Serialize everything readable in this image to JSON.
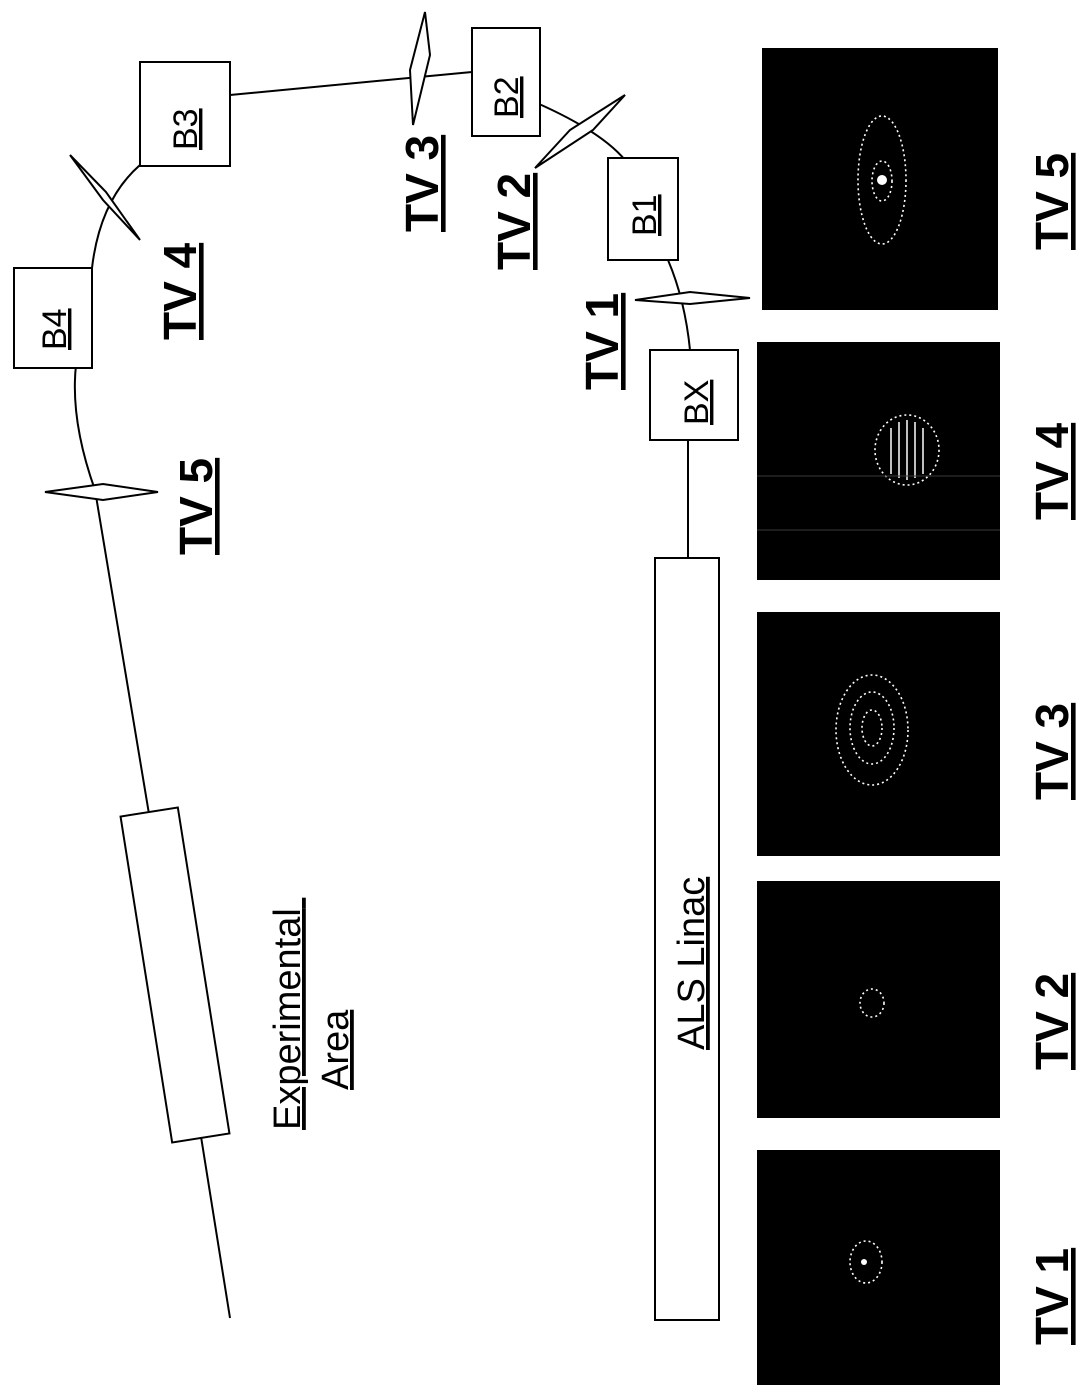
{
  "diagram": {
    "experimental_area": {
      "line1": "Experimental",
      "line2": "Area"
    },
    "linac_label": "ALS Linac",
    "bends": [
      "B1",
      "B2",
      "B3",
      "B4",
      "BX"
    ],
    "screens": [
      "TV 1",
      "TV 2",
      "TV 3",
      "TV 4",
      "TV 5"
    ]
  },
  "monitors": [
    {
      "label": "TV 1"
    },
    {
      "label": "TV 2"
    },
    {
      "label": "TV 3"
    },
    {
      "label": "TV 4"
    },
    {
      "label": "TV 5"
    }
  ]
}
